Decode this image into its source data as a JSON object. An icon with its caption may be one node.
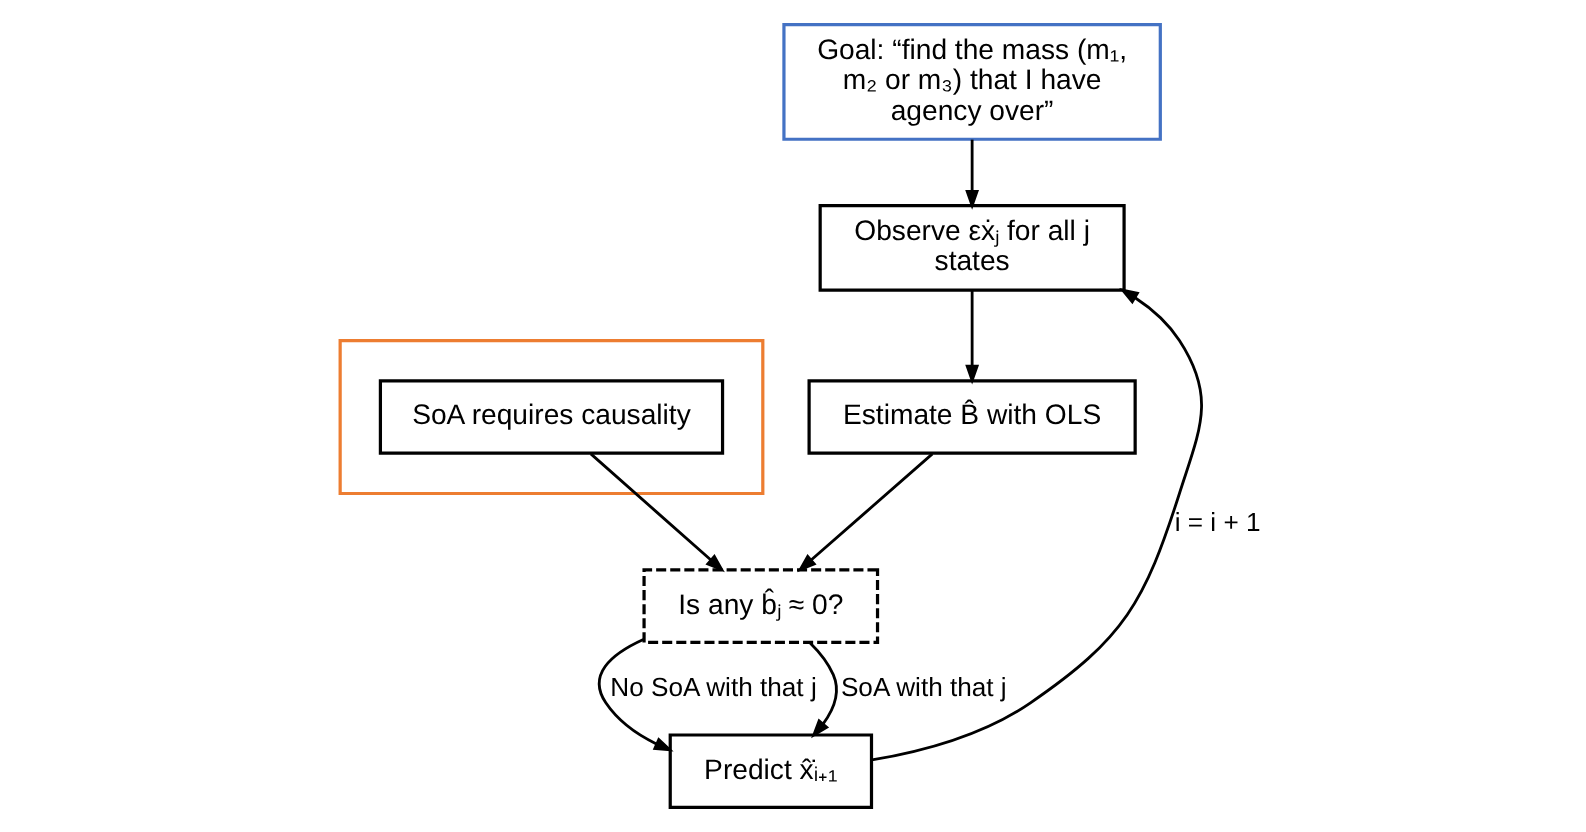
{
  "diagram": {
    "nodes": [
      {
        "text": [],
        "shape": "box"
      },
      {
        "text": [
          "SoA requires causality"
        ],
        "in": 0
      },
      {
        "text": [
          "Goal: “find the mass (m₁, m₂ or m₃) that I have agency over”"
        ]
      },
      {
        "text": [
          "Observe εẋⱼ for all j states"
        ]
      },
      {
        "text": [
          "Estimate B̂ with OLS"
        ]
      },
      {
        "text": [
          "Is any b̂ⱼ ≈ 0?"
        ]
      },
      {
        "text": [
          "Predict x̂̇ᵢ₊₁"
        ]
      }
    ],
    "edges": [
      {
        "from": 2,
        "to": 3,
        "arrow": "to"
      },
      {
        "from": 3,
        "to": 4,
        "arrow": "to"
      },
      {
        "from": 4,
        "to": 5,
        "arrow": "to"
      },
      {
        "from": 1,
        "to": 5,
        "arrow": "to"
      },
      {
        "from": 5,
        "to": 6,
        "arrow": "to",
        "label": "No SoA with that j"
      },
      {
        "from": 5,
        "to": 6,
        "arrow": "to",
        "label": "SoA with that j"
      },
      {
        "from": 6,
        "to": 3,
        "arrow": "to",
        "label": "i = i + 1"
      }
    ]
  }
}
